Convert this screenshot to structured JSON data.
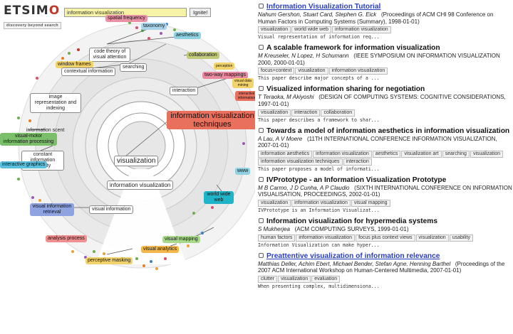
{
  "app": {
    "logo_text_a": "ETSIM",
    "logo_text_b": "O",
    "tagline": "discovery beyond search",
    "search_value": "information visualization",
    "ignite_label": "Ignite!"
  },
  "viz": {
    "center_label": "visualization",
    "ring_label": "information visualization",
    "focus_label": "information visualization techniques",
    "labels": {
      "spatial_frequency": "spatial frequency",
      "taxonomy": "taxonomy",
      "aesthetics": "aesthetics",
      "collaboration": "collaboration",
      "code_theory": "code theory of visual attention",
      "window_frames": "window frames",
      "contextual_information": "contextual information",
      "searching": "searching",
      "two_way_mappings": "two-way mappings",
      "perception": "perception",
      "visual_data_mining": "visual data mining",
      "interactive_information": "interactive information",
      "interaction": "interaction",
      "image_representation": "image representation and indexing",
      "information_scent": "information scent",
      "visual_motor": "visual-motor information processing",
      "constant_density": "constant information density",
      "interactive_graphics": "interactive graphics",
      "www": "www",
      "world_wide_web": "world wide web",
      "visual_information_retrieval": "visual information retrieval",
      "visual_information": "visual information",
      "visual_mapping": "visual mapping",
      "analysis_process": "analysis process",
      "visual_analytics": "visual analytics",
      "perceptive_masking": "perceptive masking"
    }
  },
  "results": [
    {
      "title": "Information Visualization Tutorial",
      "authors": "Nahum Gershon, Stuart Card, Stephen G. Eick",
      "source": "(Proceedings of ACM CHI 98 Conference on Human Factors in Computing Systems (Summary), 1998-01-01)",
      "tags": [
        "visualization",
        "world wide web",
        "information visualization"
      ],
      "snippet": "Visual representation of information req..."
    },
    {
      "title": "A scalable framework for information visualization",
      "authors": "M Kreuseler, N Lopez, H Schumann",
      "source": "(IEEE SYMPOSIUM ON INFORMATION VISUALIZATION 2000, 2000-01-01)",
      "tags": [
        "focus+context",
        "visualization",
        "information visualization"
      ],
      "snippet": "This paper describe major concepts of a ..."
    },
    {
      "title": "Visualized information sharing for negotiation",
      "authors": "T Teraoka, M Akiyoshi",
      "source": "(DESIGN OF COMPUTING SYSTEMS: COGNITIVE CONSIDERATIONS, 1997-01-01)",
      "tags": [
        "visualization",
        "interaction",
        "collaboration"
      ],
      "snippet": "This paper describes a framework to shar..."
    },
    {
      "title": "Towards a model of information aesthetics in information visualization",
      "authors": "A Lau, A V Moere",
      "source": "(11TH INTERNATIONAL CONFERENCE INFORMATION VISUALIZATION, 2007-01-01)",
      "tags": [
        "information aesthetics",
        "information visualization",
        "aesthetics",
        "visualization art",
        "searching",
        "visualization",
        "information visualization techniques",
        "interaction"
      ],
      "snippet": "This paper proposes a model of informati..."
    },
    {
      "title": "IVPrototype - an Information Visualization Prototype",
      "authors": "M B Carmo, J D Cunha, A P Claudio",
      "source": "(SIXTH INTERNATIONAL CONFERENCE ON INFORMATION VISUALISATION, PROCEEDINGS, 2002-01-01)",
      "tags": [
        "visualization",
        "information visualization",
        "visual mapping"
      ],
      "snippet": "IVPrototype is an Information Visualizat..."
    },
    {
      "title": "Information visualization for hypermedia systems",
      "authors": "S Mukherjea",
      "source": "(ACM COMPUTING SURVEYS, 1999-01-01)",
      "tags": [
        "human factors",
        "information visualization",
        "focus plus context views",
        "visualization",
        "usability"
      ],
      "snippet": "Information Visualization can make hyper..."
    },
    {
      "title": "Preattentive visualization of information relevance",
      "authors": "Matthias Deller, Achim Ebert, Michael Bender, Stefan Agne, Henning Barthel",
      "source": "(Proceedings of the 2007 ACM International Workshop on Human-Centered Multimedia, 2007-01-01)",
      "tags": [
        "clutter",
        "visualization",
        "evaluation"
      ],
      "snippet": "When presenting complex, multidimensiona..."
    }
  ],
  "colors": {
    "search_bg": "#f6f3a6",
    "focus_node": "#e8705d",
    "link_title": "#2a3fbf",
    "ring_gray": "#e4e4e4"
  }
}
